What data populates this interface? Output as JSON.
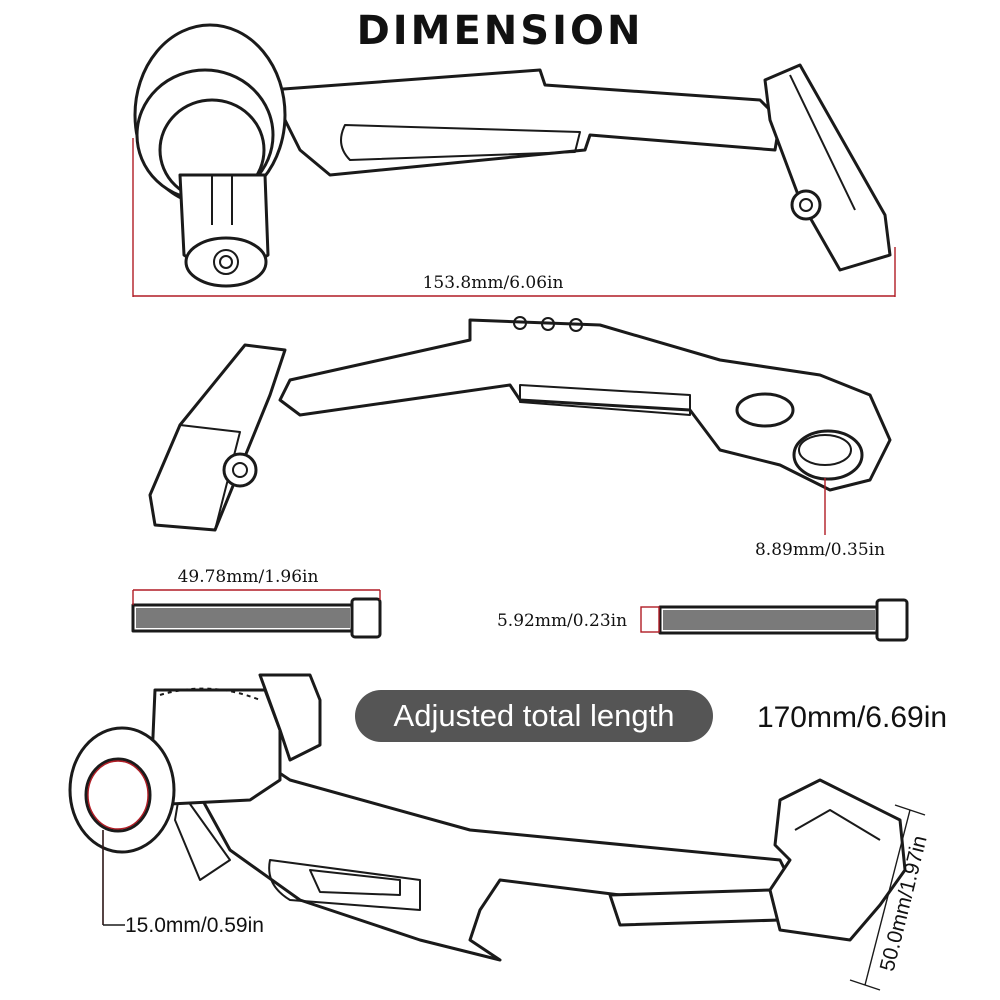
{
  "title": "DIMENSION",
  "dimensions": {
    "overall_length": "153.8mm/6.06in",
    "hole_diameter": "8.89mm/0.35in",
    "bolt_short_length": "49.78mm/1.96in",
    "bolt_diameter": "5.92mm/0.23in",
    "badge_label": "Adjusted total length",
    "total_length": "170mm/6.69in",
    "bore_diameter": "15.0mm/0.59in",
    "guard_height": "50.0mm/1.97in"
  },
  "colors": {
    "dimension_line": "#b01c25",
    "badge_bg": "#555555",
    "outline": "#1a1a1a"
  }
}
